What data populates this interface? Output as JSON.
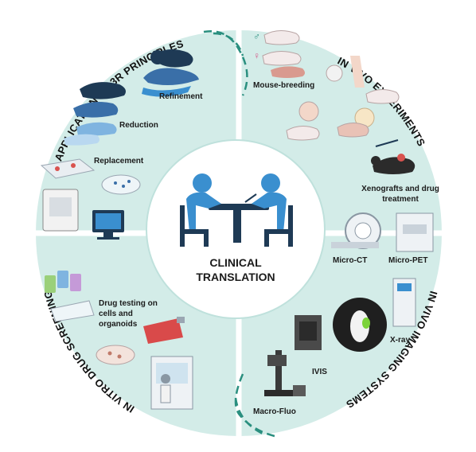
{
  "center": {
    "line1": "CLINICAL",
    "line2": "TRANSLATION"
  },
  "sections": {
    "principles": {
      "title": "APPLICATION OF 3R PRINCIPLES",
      "items": {
        "refinement": "Refinement",
        "reduction": "Reduction",
        "replacement": "Replacement"
      }
    },
    "in_vivo_experiments": {
      "title": "IN VIVO EXPERIMENTS",
      "items": {
        "breeding": "Mouse-breeding",
        "xeno_line1": "Xenografts and drug",
        "xeno_line2": "treatment"
      }
    },
    "in_vivo_imaging": {
      "title": "IN VIVO IMAGING SYSTEMS",
      "items": {
        "micro_ct": "Micro-CT",
        "micro_pet": "Micro-PET",
        "xray": "X-ray",
        "ivis": "IVIS",
        "macro_fluo": "Macro-Fluo"
      }
    },
    "in_vitro_screening": {
      "title": "IN VITRO DRUG SCREENING",
      "items": {
        "drug_line1": "Drug testing on",
        "drug_line2": "cells and",
        "drug_line3": "organoids"
      }
    }
  },
  "colors": {
    "quadrant": "#d3ece8",
    "accent": "#3a8fcf",
    "dark": "#1e3a55",
    "dash": "#2a8f7f"
  }
}
